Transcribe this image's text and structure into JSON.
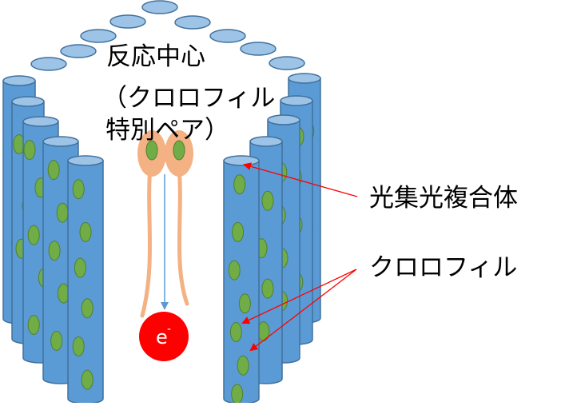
{
  "labels": {
    "reaction_center_line1": "反応中心",
    "reaction_center_line2": "（クロロフィル",
    "reaction_center_line3": "特別ペア）",
    "light_harvesting": "光集光複合体",
    "chlorophyll": "クロロフィル",
    "electron": "e",
    "electron_charge": "-"
  },
  "colors": {
    "cylinder": "#5b9bd5",
    "cylinder_outline": "#41719c",
    "cylinder_top": "#9dc3e6",
    "chlorophyll": "#70ad47",
    "special_pair": "#f4b183",
    "electron": "#ff0000",
    "pointer_arrow": "#ff0000",
    "transfer_arrow": "#5b9bd5"
  }
}
